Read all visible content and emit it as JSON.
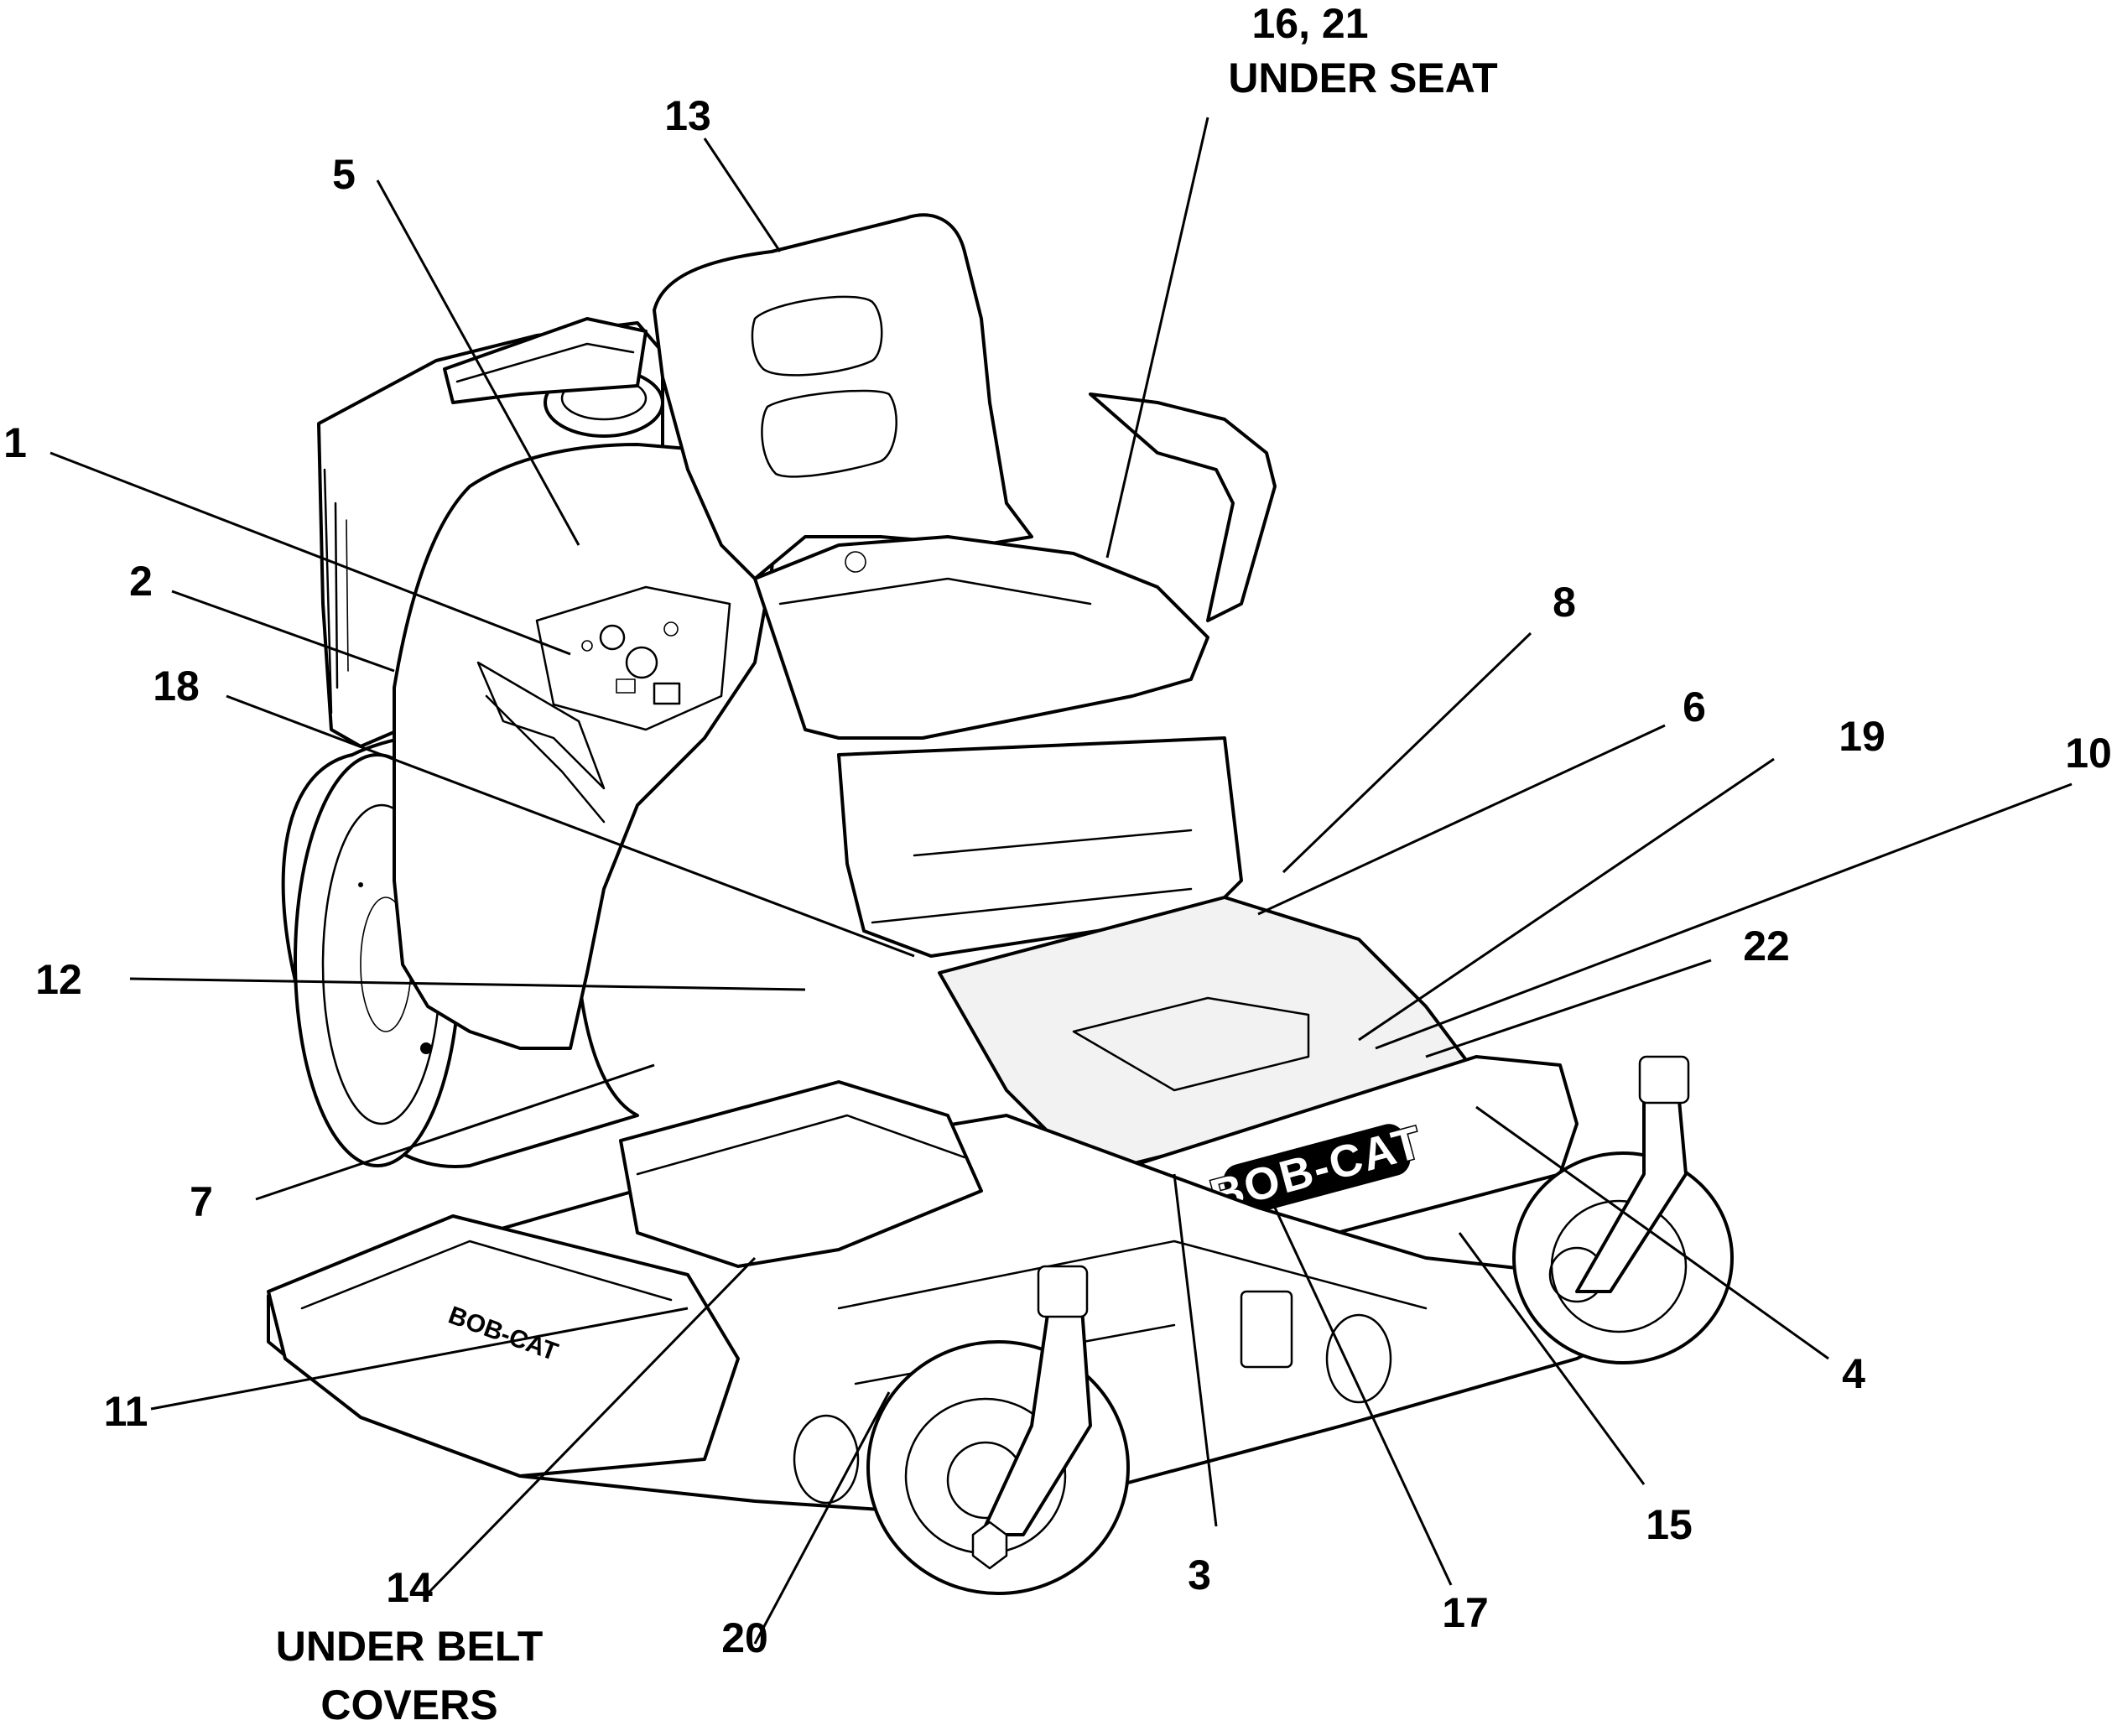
{
  "brand": {
    "hood_logo": "BOB-CAT",
    "deck_logo": "BOB-CAT"
  },
  "callouts": [
    {
      "id": "c1",
      "label": "1"
    },
    {
      "id": "c2",
      "label": "2"
    },
    {
      "id": "c3",
      "label": "3"
    },
    {
      "id": "c4",
      "label": "4"
    },
    {
      "id": "c5",
      "label": "5"
    },
    {
      "id": "c6",
      "label": "6"
    },
    {
      "id": "c7",
      "label": "7"
    },
    {
      "id": "c8",
      "label": "8"
    },
    {
      "id": "c10",
      "label": "10"
    },
    {
      "id": "c11",
      "label": "11"
    },
    {
      "id": "c12",
      "label": "12"
    },
    {
      "id": "c13",
      "label": "13"
    },
    {
      "id": "c14",
      "label": "14",
      "note_line1": "UNDER BELT",
      "note_line2": "COVERS"
    },
    {
      "id": "c15",
      "label": "15"
    },
    {
      "id": "c16",
      "label": "16, 21",
      "note_line1": "UNDER SEAT"
    },
    {
      "id": "c17",
      "label": "17"
    },
    {
      "id": "c18",
      "label": "18"
    },
    {
      "id": "c19",
      "label": "19"
    },
    {
      "id": "c20",
      "label": "20"
    },
    {
      "id": "c22",
      "label": "22"
    }
  ]
}
